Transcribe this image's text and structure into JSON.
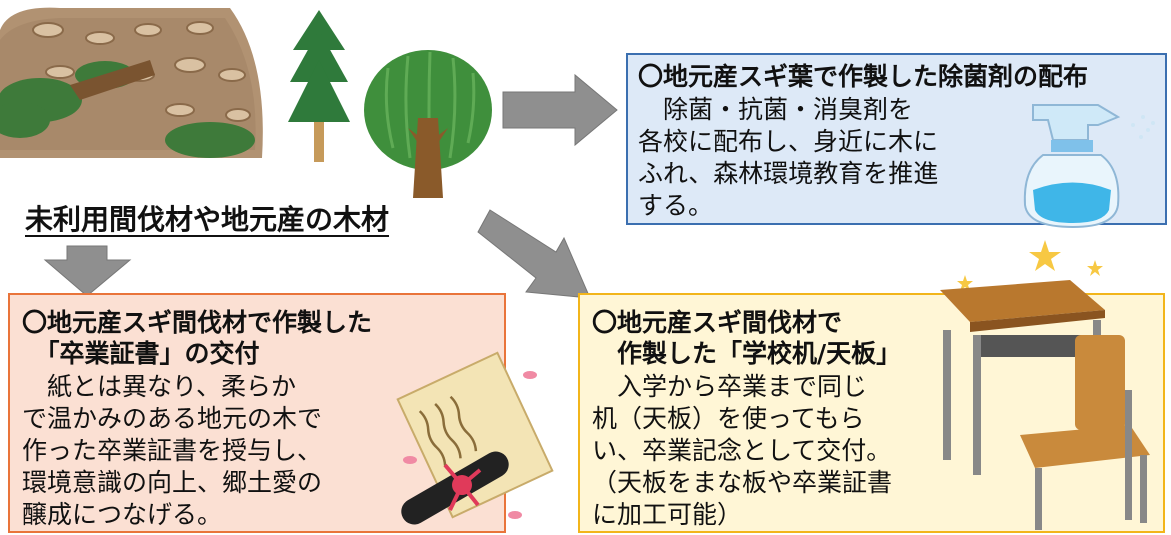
{
  "main_label": "未利用間伐材や地元産の木材",
  "boxes": {
    "blue": {
      "title": "〇地元産スギ葉で作製した除菌剤の配布",
      "body": "　除菌・抗菌・消臭剤を\n各校に配布し、身近に木に\nふれ、森林環境教育を推進\nする。"
    },
    "pink": {
      "title": "〇地元産スギ間伐材で作製した\n　「卒業証書」の交付",
      "body": "　紙とは異なり、柔らか\nで温かみのある地元の木で\n作った卒業証書を授与し、\n環境意識の向上、郷土愛の\n醸成につなげる。"
    },
    "yellow": {
      "title": "〇地元産スギ間伐材で\n　作製した「学校机/天板」",
      "body": "　入学から卒業まで同じ\n机（天板）を使ってもら\nい、卒業記念として交付。\n（天板をまな板や卒業証書\nに加工可能）"
    }
  },
  "illustrations": {
    "forest": "cut-forest-illustration",
    "cedar": "cedar-tree-icon",
    "broadleaf": "broadleaf-tree-icon",
    "spray": "spray-bottle-icon",
    "certificate": "wooden-certificate-scroll-icon",
    "desk": "school-desk-chair-icon"
  },
  "arrow_color": "#8f8f8f"
}
